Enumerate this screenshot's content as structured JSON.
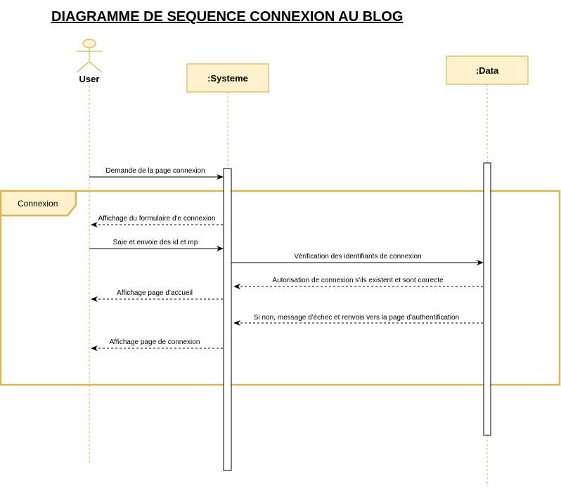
{
  "title": "DIAGRAMME DE SEQUENCE CONNEXION AU BLOG",
  "participants": {
    "user": {
      "label": "User"
    },
    "systeme": {
      "label": ":Systeme"
    },
    "data": {
      "label": ":Data"
    }
  },
  "frame": {
    "label": "Connexion"
  },
  "messages": [
    {
      "text": "Demande de la page connexion",
      "from": "user",
      "to": "systeme",
      "style": "solid"
    },
    {
      "text": "Affichage du formulaire d'e connexion",
      "from": "systeme",
      "to": "user",
      "style": "dashed"
    },
    {
      "text": "Saie et envoie des id et mp",
      "from": "user",
      "to": "systeme",
      "style": "solid"
    },
    {
      "text": "Vérification des identifiants de connexion",
      "from": "systeme",
      "to": "data",
      "style": "solid"
    },
    {
      "text": "Autorisation de connexion s'ils existent et sont correcte",
      "from": "data",
      "to": "systeme",
      "style": "dashed"
    },
    {
      "text": "Affichage page d'accueil",
      "from": "systeme",
      "to": "user",
      "style": "dashed"
    },
    {
      "text": "Si non, message d'échec et renvois vers la page d'authentification",
      "from": "data",
      "to": "systeme",
      "style": "dashed"
    },
    {
      "text": "Affichage page de connexion",
      "from": "systeme",
      "to": "user",
      "style": "dashed"
    }
  ],
  "colors": {
    "box_fill": "#fff2cc",
    "box_stroke": "#d6b656",
    "lifeline": "#d6b656",
    "arrow": "#000000"
  }
}
